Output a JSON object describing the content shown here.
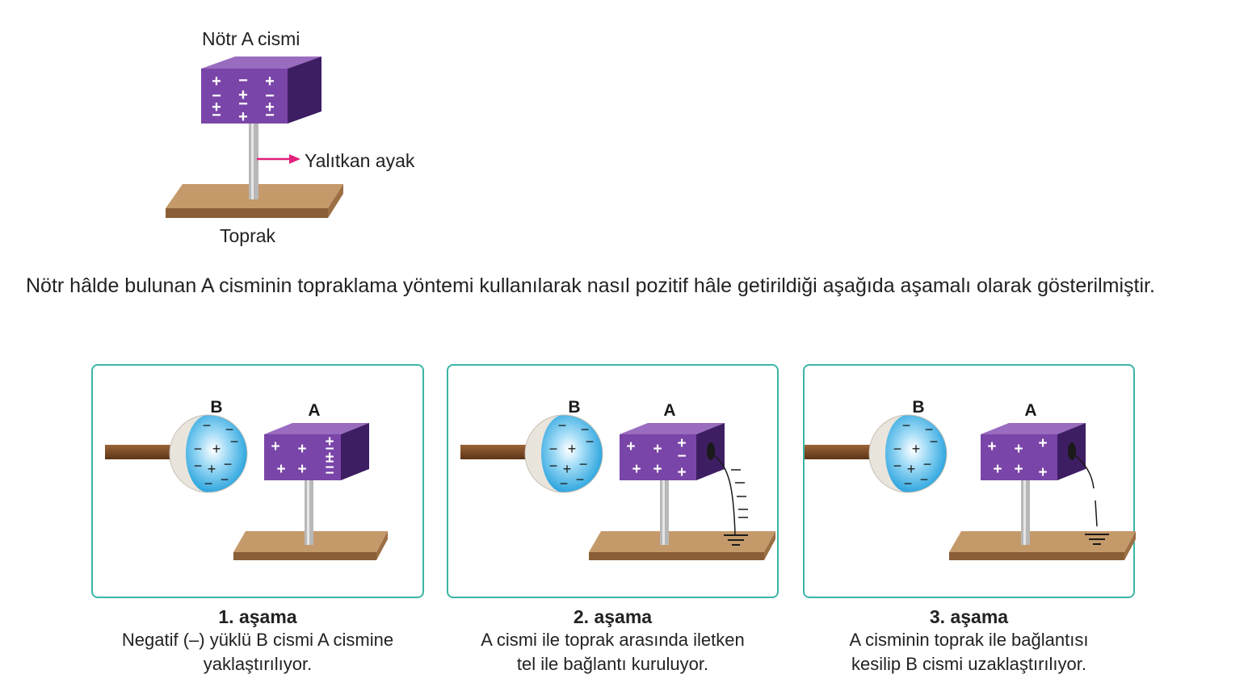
{
  "top_diagram": {
    "object_label": "Nötr A cismi",
    "insulator_label": "Yalıtkan ayak",
    "ground_label": "Toprak"
  },
  "description": "Nötr  hâlde bulunan A cisminin topraklama yöntemi kullanılarak nasıl pozitif  hâle getirildiği aşağıda aşamalı olarak gösterilmiştir.",
  "stages": [
    {
      "title": "1. aşama",
      "line1": "Negatif (–) yüklü B cismi A cismine",
      "line2": "yaklaştırılıyor.",
      "label_b": "B",
      "label_a": "A"
    },
    {
      "title": "2. aşama",
      "line1": "A cismi ile toprak arasında iletken",
      "line2": "tel ile bağlantı kuruluyor.",
      "label_b": "B",
      "label_a": "A"
    },
    {
      "title": "3. aşama",
      "line1": "A cisminin toprak ile bağlantısı",
      "line2": "kesilip B cismi uzaklaştırılıyor.",
      "label_b": "B",
      "label_a": "A"
    }
  ],
  "charge_symbols": {
    "plus": "+",
    "minus": "−"
  },
  "colors": {
    "cube_front": "#7a45a8",
    "cube_top": "#9a6cc0",
    "cube_side": "#3e1e63",
    "base_top": "#c59a6b",
    "base_side": "#8a5f38",
    "rod": "#b8b8b8",
    "sphere_blue": "#29a9e0",
    "handle": "#7a4a2a",
    "arrow": "#e0207a",
    "panel_border": "#3bb6a6"
  }
}
